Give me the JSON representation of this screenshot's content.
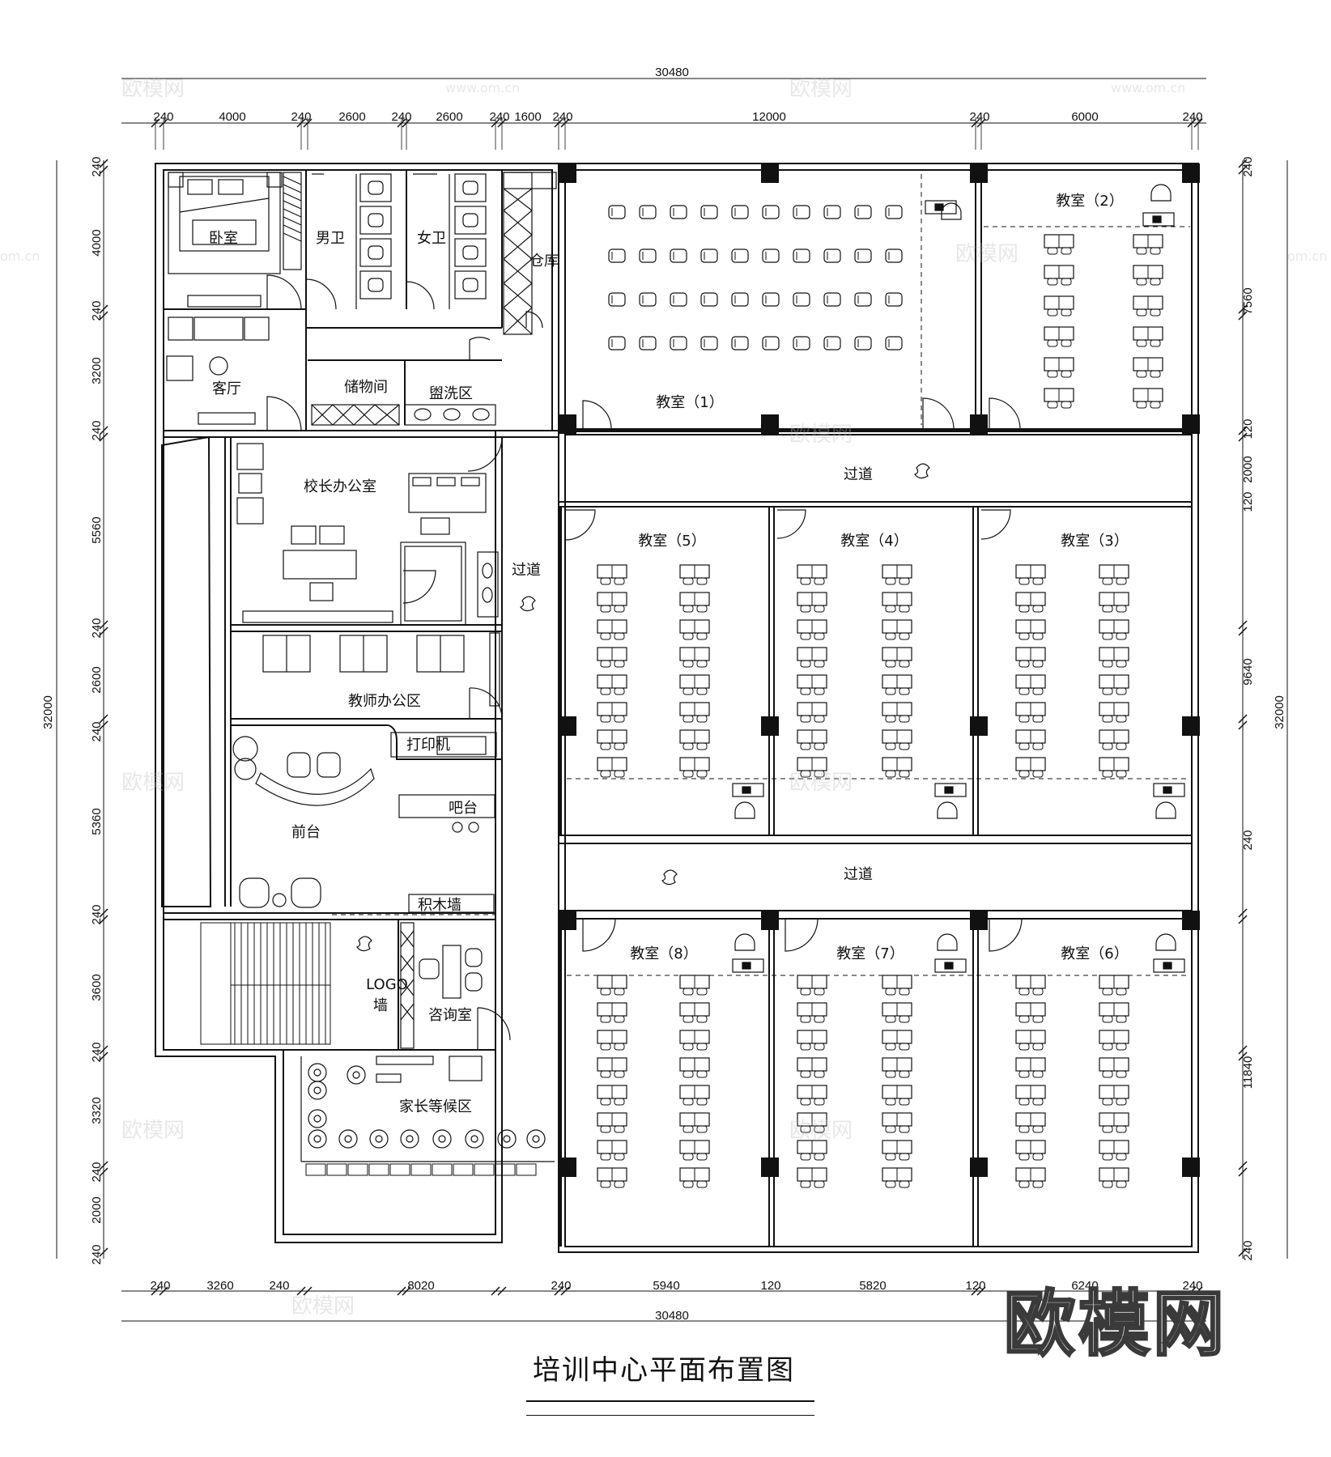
{
  "title": "培训中心平面布置图",
  "brand_logo_text": "欧模网",
  "watermark_texts": [
    "欧模网",
    "www.om.cn",
    "om.cn"
  ],
  "dimensions": {
    "top_total": "30480",
    "top_segments": [
      "240",
      "4000",
      "240",
      "2600",
      "240",
      "2600",
      "240",
      "1600",
      "240",
      "12000",
      "240",
      "6000",
      "240"
    ],
    "bottom_total": "30480",
    "bottom_segments": [
      "240",
      "3260",
      "240",
      "8020",
      "240",
      "5940",
      "120",
      "5820",
      "120",
      "6240",
      "240"
    ],
    "left_total": "32000",
    "left_segments": [
      "240",
      "4000",
      "240",
      "3200",
      "240",
      "5560",
      "240",
      "2600",
      "240",
      "5360",
      "240",
      "3600",
      "240",
      "3320",
      "240",
      "2000",
      "240"
    ],
    "right_total": "32000",
    "right_segments": [
      "240",
      "7560",
      "120",
      "2000",
      "120",
      "9640",
      "240",
      "11840",
      "240"
    ]
  },
  "rooms": {
    "bedroom": "卧室",
    "mens_toilet": "男卫",
    "womens_toilet": "女卫",
    "warehouse": "仓库",
    "living_room": "客厅",
    "storage": "储物间",
    "washroom": "盥洗区",
    "principal_office": "校长办公室",
    "corridor_side": "过道",
    "teacher_office": "教师办公区",
    "print": "打印机",
    "bar": "吧台",
    "reception": "前台",
    "block_wall": "积木墙",
    "logo_wall_1": "LOGO",
    "logo_wall_2": "墙",
    "consult": "咨询室",
    "parent_waiting": "家长等候区",
    "corridor_1": "过道",
    "corridor_2": "过道",
    "classroom_1": "教室（1）",
    "classroom_2": "教室（2）",
    "classroom_3": "教室（3）",
    "classroom_4": "教室（4）",
    "classroom_5": "教室（5）",
    "classroom_6": "教室（6）",
    "classroom_7": "教室（7）",
    "classroom_8": "教室（8）"
  }
}
